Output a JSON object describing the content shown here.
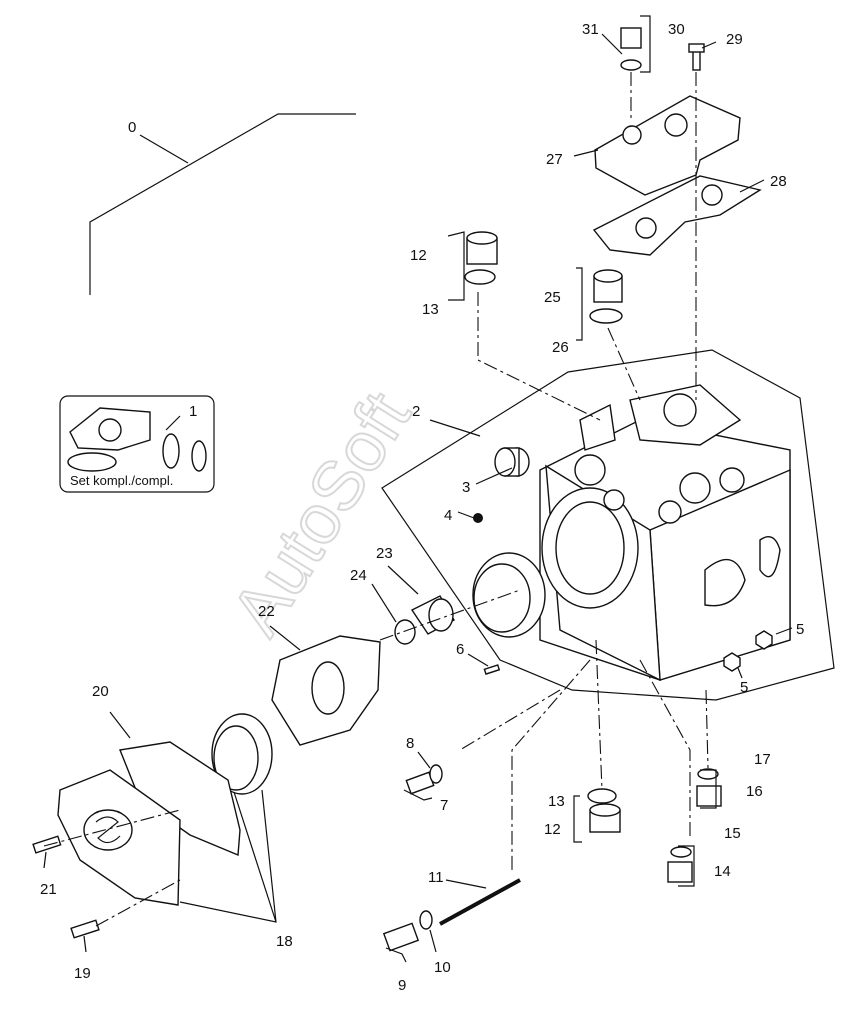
{
  "diagram": {
    "watermark": "AutoSoft",
    "kit_caption": "Set kompl./compl.",
    "callouts": [
      "0",
      "1",
      "2",
      "3",
      "4",
      "5",
      "5",
      "6",
      "7",
      "8",
      "9",
      "10",
      "11",
      "12",
      "13",
      "12",
      "13",
      "14",
      "15",
      "16",
      "17",
      "18",
      "19",
      "20",
      "21",
      "22",
      "23",
      "24",
      "25",
      "26",
      "27",
      "28",
      "29",
      "30",
      "31"
    ]
  }
}
